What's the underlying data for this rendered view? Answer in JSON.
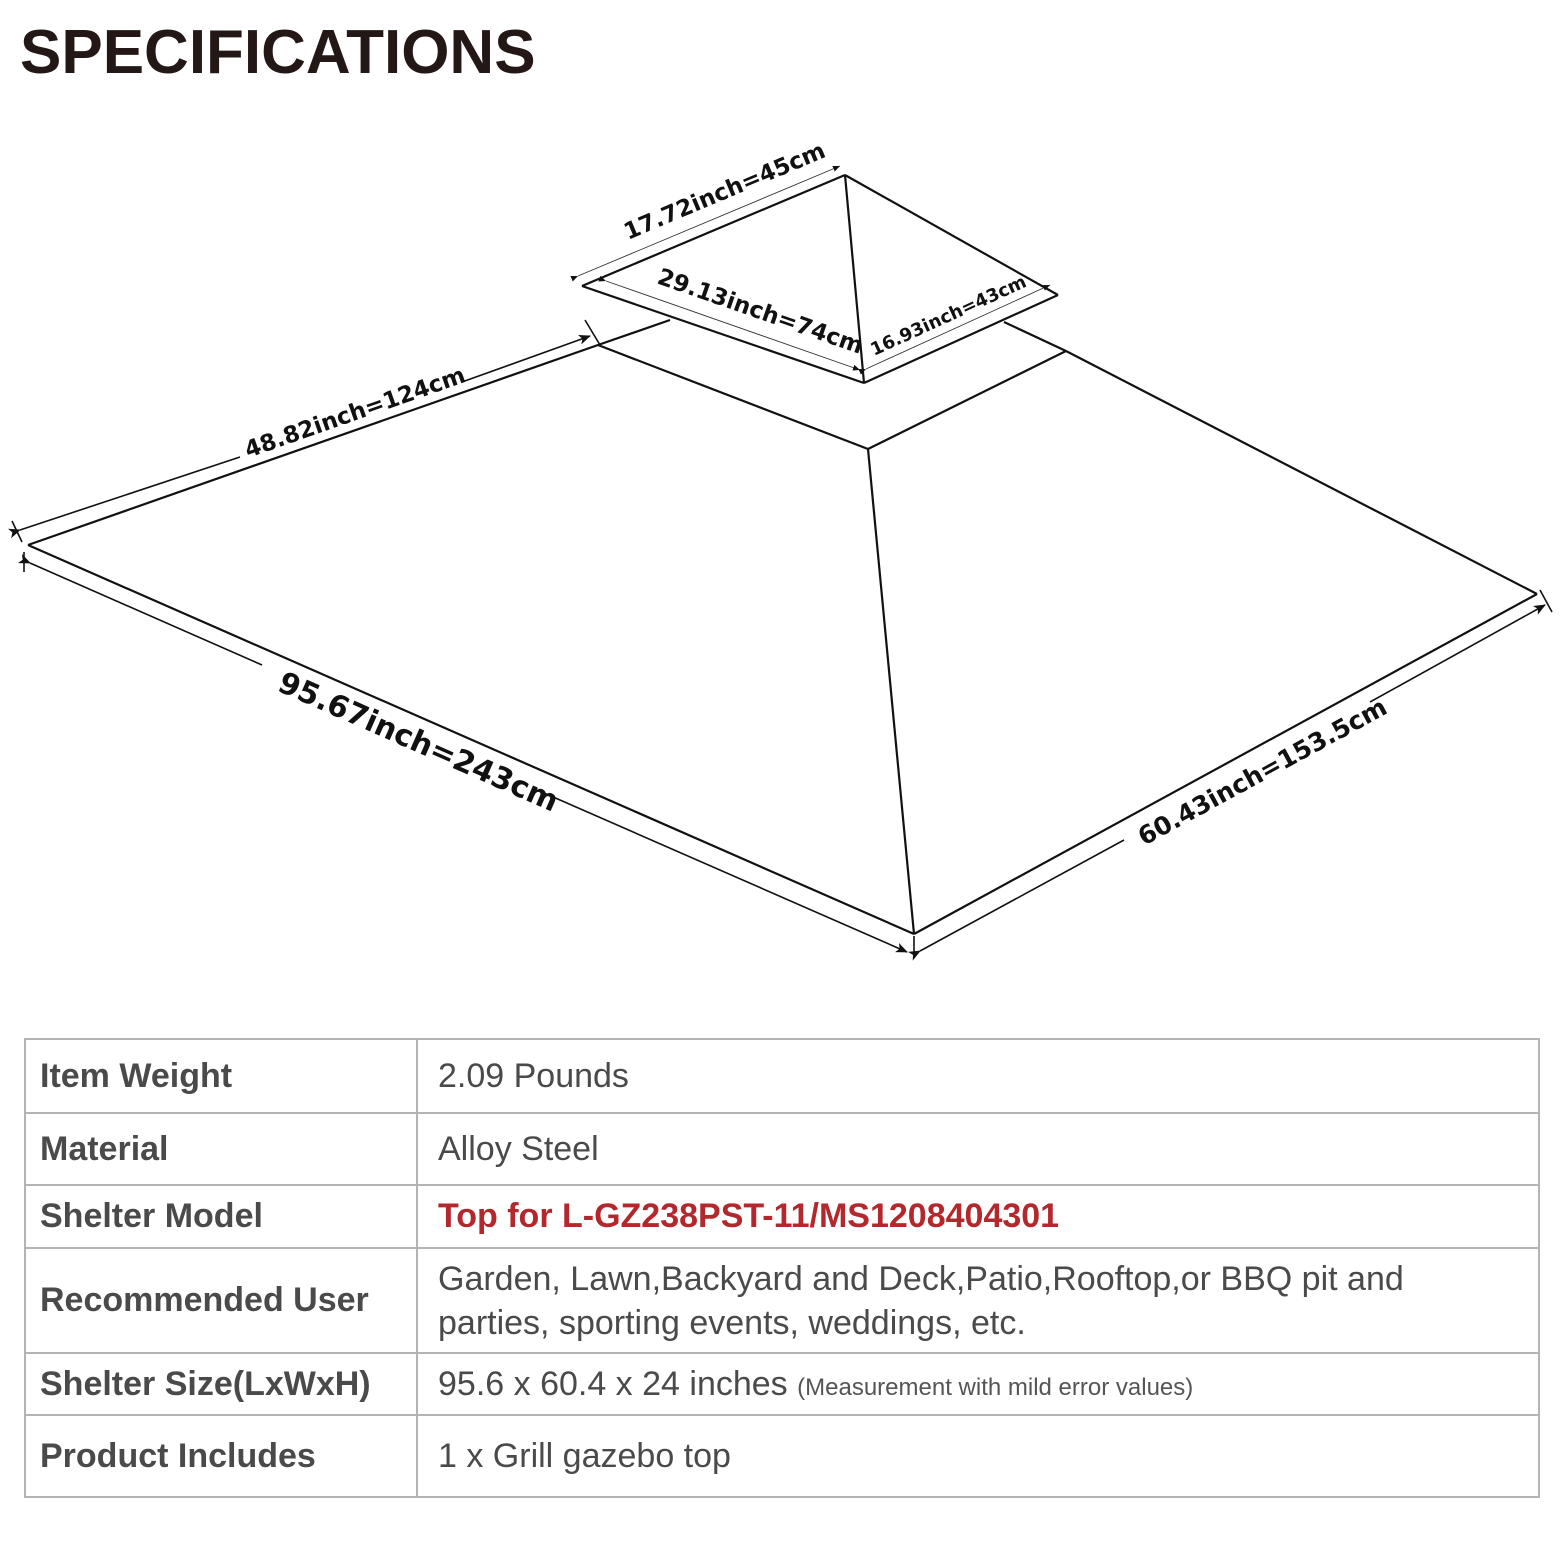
{
  "header": {
    "title": "SPECIFICATIONS"
  },
  "diagram": {
    "subject": "gazebo-canopy-top",
    "line_color": "#111111",
    "dimensions": {
      "vent_top_edge": "17.72inch=45cm",
      "vent_front_left": "29.13inch=74cm",
      "vent_front_right": "16.93inch=43cm",
      "canopy_back_left": "48.82inch=124cm",
      "canopy_front_left": "95.67inch=243cm",
      "canopy_front_right": "60.43inch=153.5cm"
    }
  },
  "specs_table": {
    "border_color": "#b4b4b4",
    "text_color": "#4a4a4a",
    "highlight_color": "#b3282d",
    "rows": [
      {
        "label": "Item Weight",
        "value": "2.09 Pounds"
      },
      {
        "label": "Material",
        "value": "Alloy Steel"
      },
      {
        "label": "Shelter Model",
        "value": "Top for L-GZ238PST-11/MS1208404301"
      },
      {
        "label": "Recommended User",
        "value_line1": "Garden, Lawn,Backyard and Deck,Patio,Rooftop,or BBQ pit and",
        "value_line2": "parties, sporting events, weddings, etc."
      },
      {
        "label": "Shelter Size(LxWxH)",
        "value": "95.6 x 60.4 x 24 inches",
        "note": "(Measurement with mild error values)"
      },
      {
        "label": "Product Includes",
        "value": "1 x Grill gazebo top"
      }
    ]
  }
}
